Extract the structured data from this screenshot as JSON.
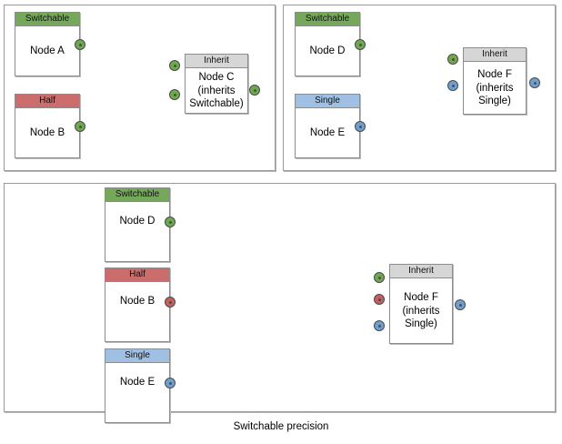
{
  "diagram": {
    "caption": "Switchable precision",
    "colors": {
      "switchable_green": "#76A85C",
      "half_red": "#CB6D6D",
      "single_blue": "#9FC0E3",
      "inherit_gray": "#D6D6D6",
      "port_green": "#6FA84F",
      "port_red": "#C4605F",
      "port_blue": "#6E9FCE",
      "border_gray": "#8C8C8C",
      "panel_border": "#9A9A9A"
    },
    "panels": [
      {
        "id": "panel-top-left",
        "nodes": [
          {
            "id": "node-a",
            "header": "Switchable",
            "header_color": "green",
            "label": "Node A",
            "port_color": "green"
          },
          {
            "id": "node-b",
            "header": "Half",
            "header_color": "red",
            "label": "Node B",
            "port_color": "green"
          },
          {
            "id": "node-c",
            "header": "Inherit",
            "header_color": "gray",
            "label": "Node C\n(inherits\nSwitchable)",
            "label_lines": [
              "Node C",
              "(inherits",
              "Switchable)"
            ],
            "port_color": "green"
          }
        ],
        "edges": [
          {
            "from": "node-a",
            "to": "node-c",
            "port_color": "green"
          },
          {
            "from": "node-b",
            "to": "node-c",
            "port_color": "green"
          }
        ]
      },
      {
        "id": "panel-top-right",
        "nodes": [
          {
            "id": "node-d",
            "header": "Switchable",
            "header_color": "green",
            "label": "Node D",
            "port_color": "green"
          },
          {
            "id": "node-e",
            "header": "Single",
            "header_color": "blue",
            "label": "Node E",
            "port_color": "blue"
          },
          {
            "id": "node-f",
            "header": "Inherit",
            "header_color": "gray",
            "label": "Node F\n(inherits\nSingle)",
            "label_lines": [
              "Node F",
              "(inherits",
              "Single)"
            ],
            "port_color": "blue"
          }
        ],
        "edges": [
          {
            "from": "node-d",
            "to": "node-f",
            "port_color": "green"
          },
          {
            "from": "node-e",
            "to": "node-f",
            "port_color": "blue"
          }
        ]
      },
      {
        "id": "panel-bottom",
        "nodes": [
          {
            "id": "node-d2",
            "header": "Switchable",
            "header_color": "green",
            "label": "Node D",
            "port_color": "green"
          },
          {
            "id": "node-b2",
            "header": "Half",
            "header_color": "red",
            "label": "Node B",
            "port_color": "red"
          },
          {
            "id": "node-e2",
            "header": "Single",
            "header_color": "blue",
            "label": "Node E",
            "port_color": "blue"
          },
          {
            "id": "node-f2",
            "header": "Inherit",
            "header_color": "gray",
            "label": "Node F\n(inherits\nSingle)",
            "label_lines": [
              "Node F",
              "(inherits",
              "Single)"
            ],
            "port_color": "blue"
          }
        ],
        "edges": [
          {
            "from": "node-d2",
            "to": "node-f2",
            "port_color": "green"
          },
          {
            "from": "node-b2",
            "to": "node-f2",
            "port_color": "red"
          },
          {
            "from": "node-e2",
            "to": "node-f2",
            "port_color": "blue"
          }
        ]
      }
    ],
    "labels": {
      "switchable": "Switchable",
      "half": "Half",
      "single": "Single",
      "inherit": "Inherit",
      "node_a": "Node A",
      "node_b": "Node B",
      "node_d": "Node D",
      "node_e": "Node E",
      "node_c_l1": "Node C",
      "node_c_l2": "(inherits",
      "node_c_l3": "Switchable)",
      "node_f_l1": "Node F",
      "node_f_l2": "(inherits",
      "node_f_l3": "Single)"
    }
  }
}
